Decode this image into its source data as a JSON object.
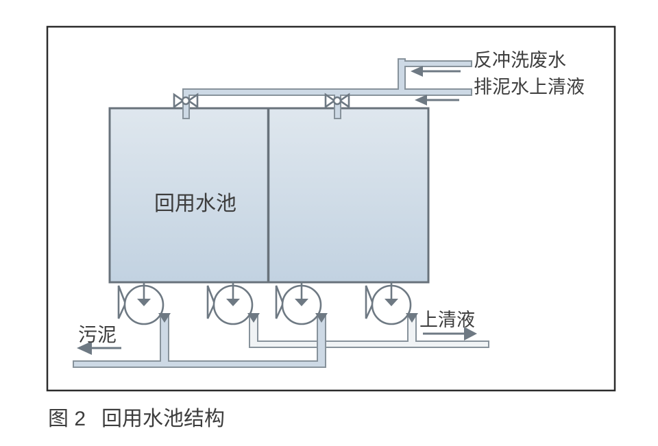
{
  "figure": {
    "caption": {
      "prefix": "图 2",
      "title": "回用水池结构"
    },
    "labels": {
      "backwash_inflow": "反冲洗废水",
      "sludge_supernatant_inflow": "排泥水上清液",
      "tank": "回用水池",
      "sludge_outflow": "污泥",
      "supernatant_outflow": "上清液"
    },
    "icons": {
      "gate-valve-icon": "bowtie-triangles-with-center-circle",
      "pump-icon": "circle-with-down-inlet-arrow-and-left-triangle",
      "flow-arrow-icon": "line-with-solid-triangle-head"
    },
    "counts": {
      "valves": 2,
      "pumps": 4,
      "tank_cells": 2
    }
  },
  "colors": {
    "frame_border": "#2b2b2b",
    "diagram_line": "#6e7983",
    "tank_stroke": "#68727b",
    "pipe_stroke": "#87929b",
    "pipe_fill": "#cdd9e5",
    "pipe_fill_light": "#f0f3f5",
    "tank_fill_top": "#dfe7ee",
    "tank_fill_bottom": "#c2d2e1",
    "symbol_fill": "#ffffff",
    "text": "#3d3d3d"
  }
}
